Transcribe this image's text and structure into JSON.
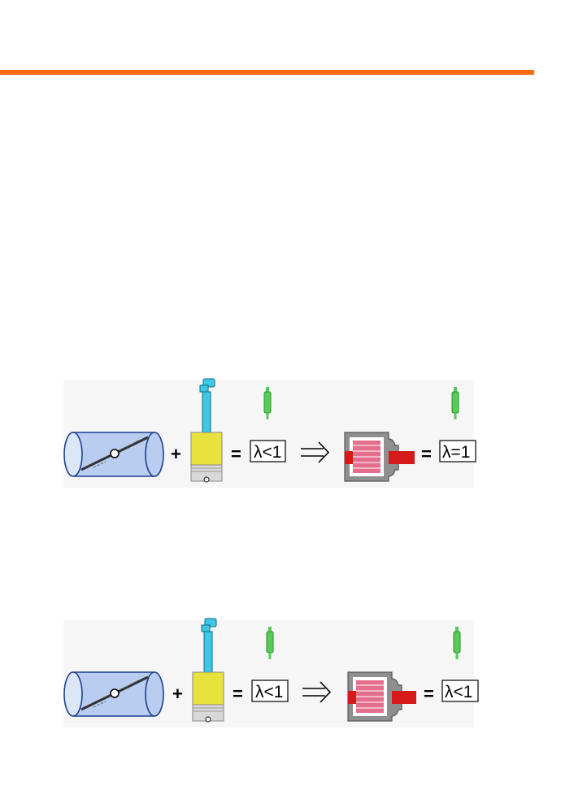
{
  "colors": {
    "header_rule": "#ff6a13",
    "throttle_body": "#b9cdf0",
    "throttle_edge": "#1f3f8f",
    "injector": "#3ec8e6",
    "cylinder_mixture": "#e8e33c",
    "sensor": "#55cc55",
    "catalyst_shell": "#8f8f8f",
    "catalyst_core": "#e46f8d",
    "exhaust_pipe": "#d51a1a"
  },
  "icons": [
    "throttle-valve-icon",
    "fuel-injector-icon",
    "cylinder-piston-icon",
    "lambda-sensor-icon",
    "catalytic-converter-icon",
    "implies-arrow-icon"
  ],
  "rows": [
    {
      "plus": "+",
      "eq1": "=",
      "lambda_before": "λ<1",
      "eq2": "=",
      "lambda_after": "λ=1"
    },
    {
      "plus": "+",
      "eq1": "=",
      "lambda_before": "λ<1",
      "eq2": "=",
      "lambda_after": "λ<1"
    }
  ]
}
